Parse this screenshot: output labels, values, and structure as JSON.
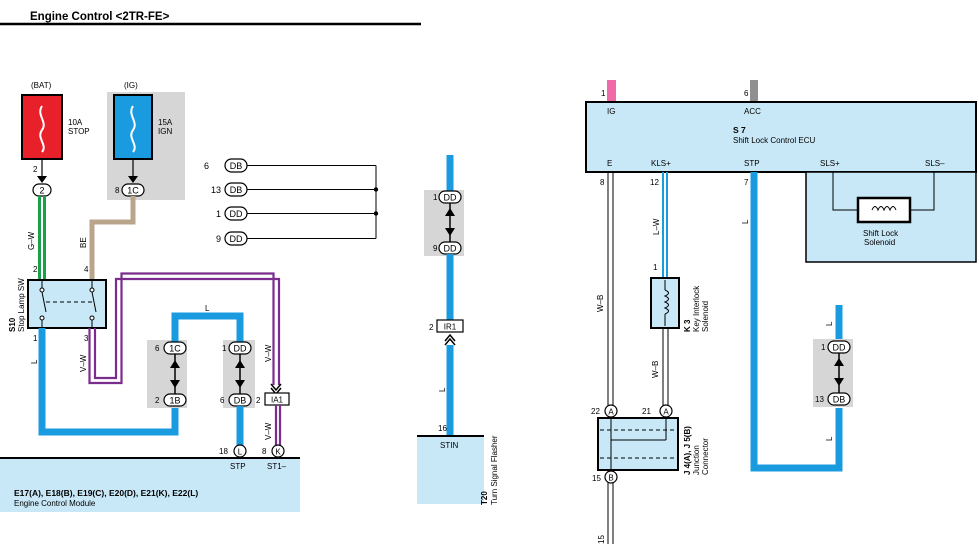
{
  "header": {
    "title": "Engine Control <2TR-FE>"
  },
  "fuses": [
    {
      "supply": "(BAT)",
      "amp": "10A",
      "name": "STOP",
      "color": "#e8202a"
    },
    {
      "supply": "(IG)",
      "amp": "15A",
      "name": "IGN",
      "color": "#1a9be0"
    }
  ],
  "stop_lamp_sw": {
    "code": "S10",
    "name": "Stop Lamp SW",
    "pins": [
      "2",
      "4",
      "1",
      "3"
    ]
  },
  "wire_colors": {
    "gw": "G–W",
    "be": "BE",
    "vw": "V–W",
    "l": "L",
    "wb": "W–B",
    "lw": "L–W"
  },
  "connectors": {
    "c_2": "2",
    "c_1c": "1C",
    "c_1b": "1B",
    "c_db": "DB",
    "c_dd": "DD",
    "c_ia1": "IA1",
    "c_ir1": "IR1",
    "c_l": "L",
    "c_k": "K",
    "c_a": "A",
    "c_b": "B"
  },
  "pin_numbers": {
    "p2": "2",
    "p8": "8",
    "p6": "6",
    "p1": "1",
    "p18": "18",
    "p16": "16",
    "p22": "22",
    "p21": "21",
    "p15": "15",
    "p13": "13",
    "p9": "9",
    "p12": "12",
    "p7": "7"
  },
  "db_list": [
    {
      "pin": "6",
      "conn": "DB"
    },
    {
      "pin": "13",
      "conn": "DB"
    },
    {
      "pin": "1",
      "conn": "DD"
    },
    {
      "pin": "9",
      "conn": "DD"
    }
  ],
  "ecm": {
    "codes": "E17(A), E18(B), E19(C), E20(D), E21(K), E22(L)",
    "name": "Engine Control Module",
    "pin_stp": "STP",
    "pin_st1": "ST1–"
  },
  "turn_flasher": {
    "code": "T20",
    "name": "Turn Signal Flasher",
    "pin": "STIN"
  },
  "shift_ecu": {
    "code": "S 7",
    "name": "Shift Lock Control ECU",
    "top_pins": [
      {
        "num": "1",
        "name": "IG"
      },
      {
        "num": "6",
        "name": "ACC"
      }
    ],
    "bottom_pins": [
      "E",
      "KLS+",
      "STP",
      "SLS+",
      "SLS–"
    ]
  },
  "solenoid": {
    "name": "Shift Lock",
    "name2": "Solenoid"
  },
  "key_interlock": {
    "code": "K 3",
    "name": "Key Interlock",
    "name2": "Solenoid"
  },
  "junction": {
    "code": "J 4(A), J 5(B)",
    "name": "Junction",
    "name2": "Connector"
  },
  "colors": {
    "blue": "#1a9be0",
    "purple": "#7b2d8e",
    "tan": "#b9a58b",
    "green": "#18a04a",
    "panel": "#c9e8f7",
    "gray": "#d6d6d6",
    "pink": "#f06aa8",
    "darkgray": "#909090"
  }
}
